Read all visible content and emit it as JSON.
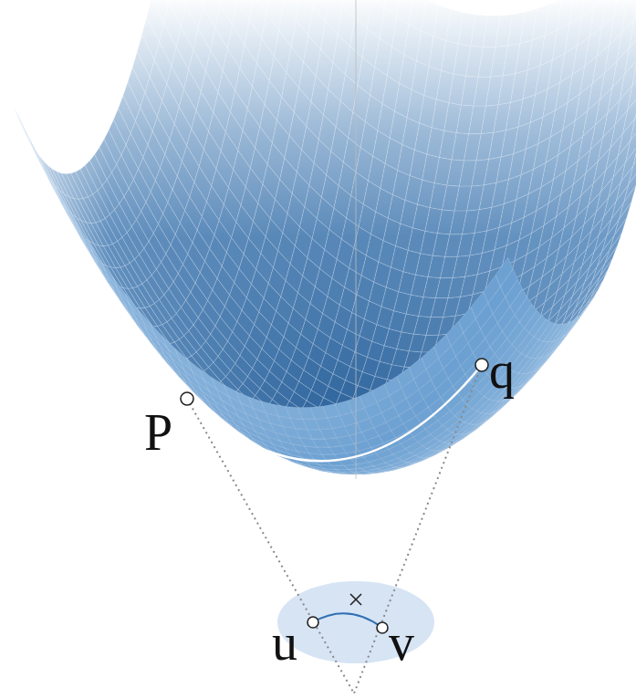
{
  "diagram": {
    "labels": [
      "P",
      "q",
      "u",
      "v"
    ]
  }
}
